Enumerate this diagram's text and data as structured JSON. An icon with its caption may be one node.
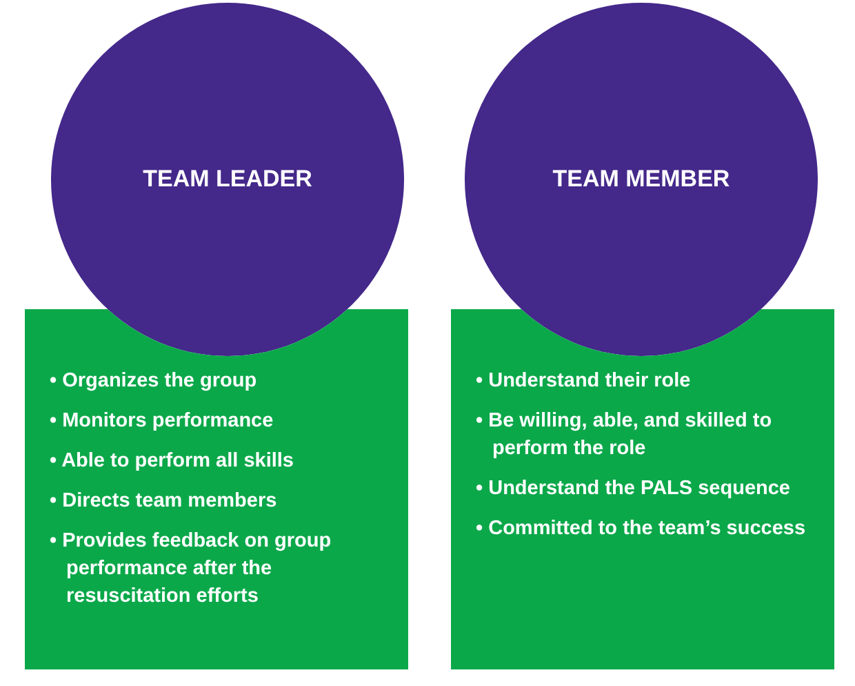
{
  "diagram": {
    "nodes": [
      {
        "text": [
          "TEAM LEADER"
        ]
      },
      {
        "text": [
          "• Organizes the group",
          "• Monitors performance",
          "• Able to perform all skills",
          "• Directs team members",
          "• Provides feedback on group performance after the resuscitation efforts"
        ]
      },
      {
        "text": [
          "TEAM MEMBER"
        ]
      },
      {
        "text": [
          "• Understand their role",
          "• Be willing, able, and skilled to perform the role",
          "• Understand the PALS sequence",
          "• Committed to the team’s success"
        ]
      }
    ]
  }
}
